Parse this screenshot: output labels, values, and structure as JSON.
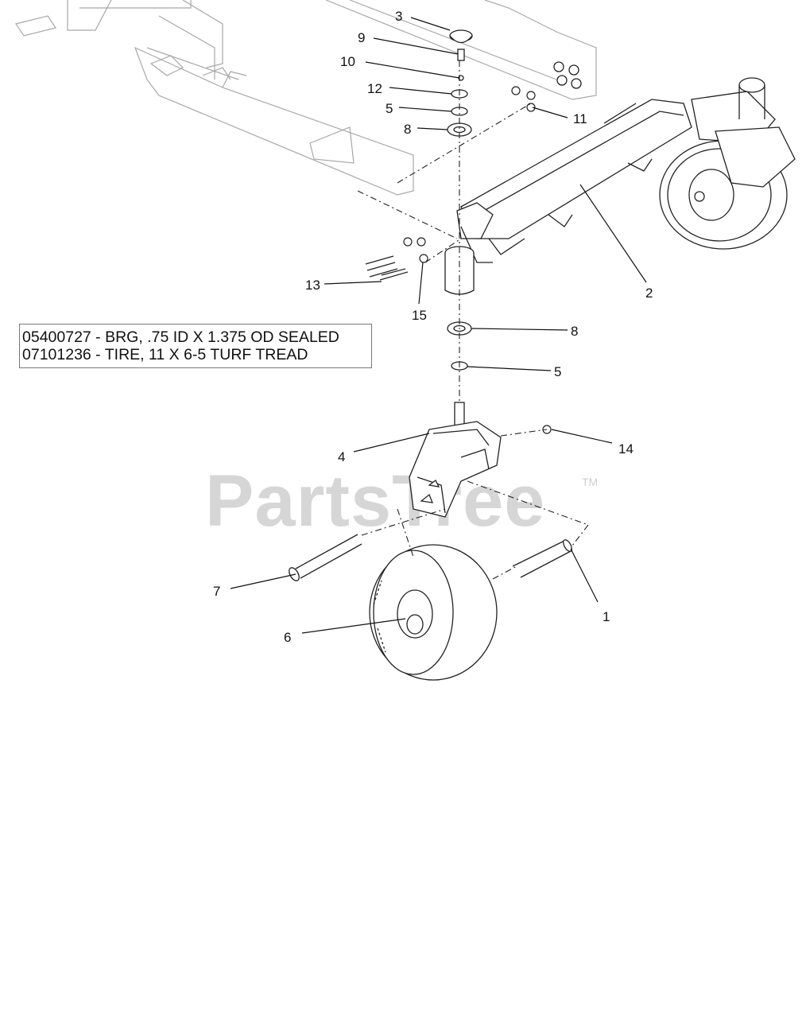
{
  "watermark": {
    "text": "PartsTree",
    "tm": "TM"
  },
  "notes": [
    "05400727 - BRG, .75 ID X 1.375 OD SEALED",
    "07101236 - TIRE, 11 X 6-5 TURF TREAD"
  ],
  "callouts": {
    "c3": "3",
    "c9": "9",
    "c10": "10",
    "c12": "12",
    "c5a": "5",
    "c8a": "8",
    "c11": "11",
    "c2": "2",
    "c13": "13",
    "c15": "15",
    "c8b": "8",
    "c5b": "5",
    "c4": "4",
    "c14": "14",
    "c7": "7",
    "c6": "6",
    "c1": "1"
  }
}
